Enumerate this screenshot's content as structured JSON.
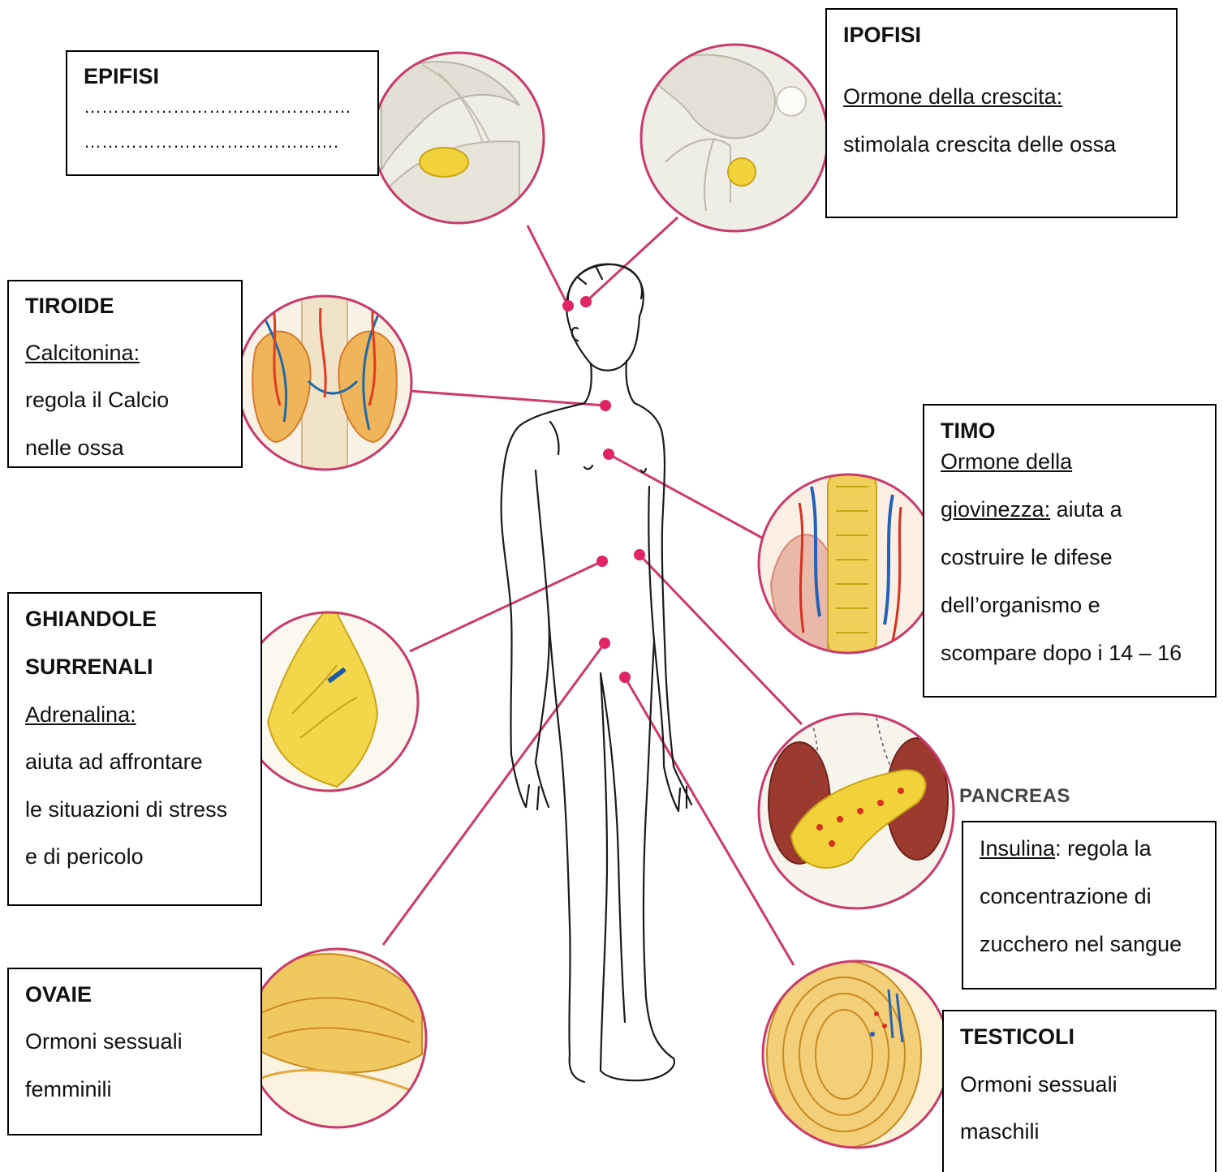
{
  "colors": {
    "connector": "#d0386a",
    "dot": "#e02466",
    "circle_border": "#c93a6b",
    "gland_yellow": "#f2d23a",
    "skin_outline": "#1a1a1a"
  },
  "labels": {
    "epifisi": {
      "title": "EPIFISI",
      "line1": "………………………………………",
      "line2": "……………………………………."
    },
    "ipofisi": {
      "title": "IPOFISI",
      "hormone": "Ormone della crescita:",
      "desc": "stimolala crescita delle ossa"
    },
    "tiroide": {
      "title": "TIROIDE",
      "hormone": "Calcitonina:",
      "desc1": "regola il Calcio",
      "desc2": "nelle ossa"
    },
    "timo": {
      "title": "TIMO",
      "hormone1": "Ormone della",
      "hormone2": "giovinezza:",
      "desc1": " aiuta a",
      "desc2": "costruire le difese",
      "desc3": "dell’organismo e",
      "desc4": "scompare dopo i 14 – 16"
    },
    "surrenali": {
      "title1": "GHIANDOLE",
      "title2": "SURRENALI",
      "hormone": "Adrenalina:",
      "desc1": "aiuta ad affrontare",
      "desc2": "le situazioni di stress",
      "desc3": "e di pericolo"
    },
    "pancreas": {
      "tag": "PANCREAS",
      "hormone": "Insulina",
      "desc1": ": regola la",
      "desc2": "concentrazione di",
      "desc3": "zucchero nel sangue"
    },
    "ovaie": {
      "title": "OVAIE",
      "desc1": "Ormoni sessuali",
      "desc2": "femminili"
    },
    "testicoli": {
      "title": "TESTICOLI",
      "desc1": "Ormoni sessuali",
      "desc2": "maschili"
    }
  }
}
